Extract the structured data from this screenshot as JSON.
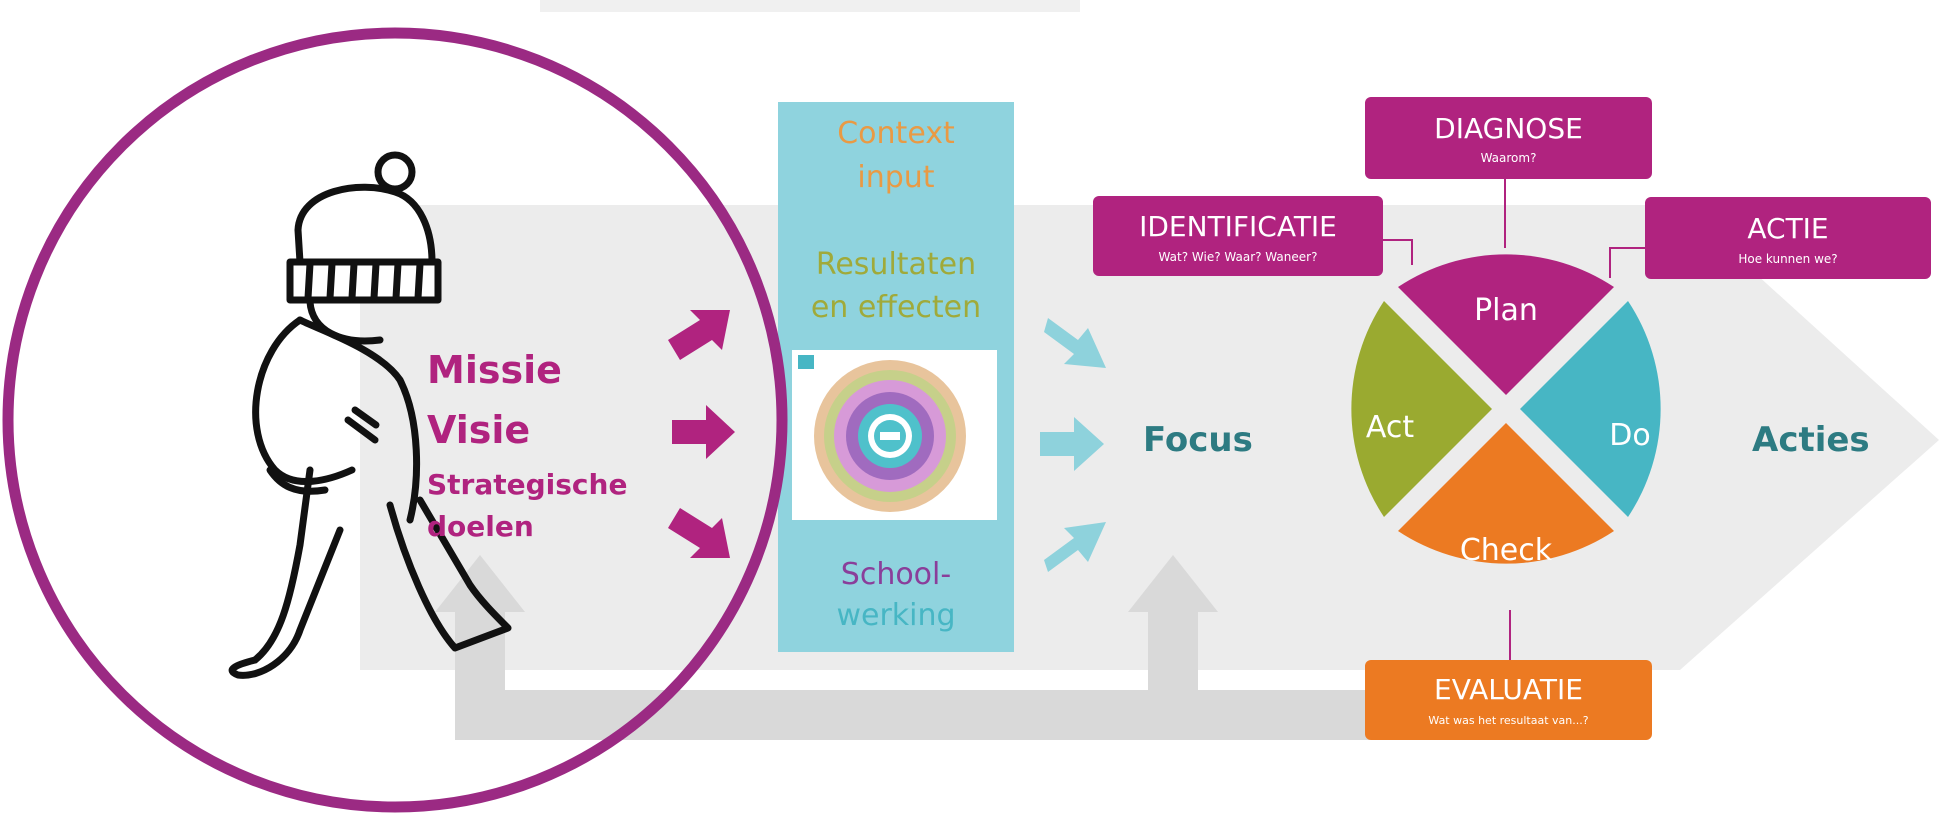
{
  "left": {
    "lines": [
      "Missie",
      "Visie",
      "Strategische",
      "doelen"
    ]
  },
  "column": {
    "context": [
      "Context",
      "input"
    ],
    "resultaten": [
      "Resultaten",
      "en effecten"
    ],
    "school": [
      "School-",
      "werking"
    ]
  },
  "focus": "Focus",
  "acties": "Acties",
  "cycle": {
    "plan": "Plan",
    "do": "Do",
    "check": "Check",
    "act": "Act"
  },
  "boxes": {
    "diagnose": {
      "title": "DIAGNOSE",
      "sub": "Waarom?"
    },
    "identificatie": {
      "title": "IDENTIFICATIE",
      "sub": "Wat? Wie? Waar? Waneer?"
    },
    "actie": {
      "title": "ACTIE",
      "sub": "Hoe kunnen we?"
    },
    "evaluatie": {
      "title": "EVALUATIE",
      "sub": "Wat was het resultaat van...?"
    }
  },
  "colors": {
    "magenta": "#b0237f",
    "purple_ring": "#9b2a83",
    "teal": "#47b6c4",
    "olive": "#9aaa30",
    "orange": "#ec7a22",
    "column_bg": "#8fd3de",
    "arrow_grey": "#ececec",
    "arrow_light_teal": "#8ed2dc",
    "text_teal": "#2d7b82",
    "context_orange": "#e99a44",
    "result_green": "#a0aa3a",
    "school_purple": "#8a3e9a"
  }
}
